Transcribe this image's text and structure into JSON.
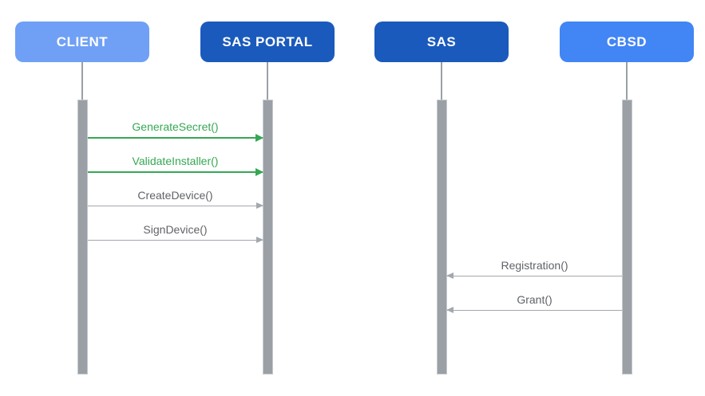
{
  "diagram_type": "sequence",
  "actors": [
    {
      "label": "CLIENT",
      "color": "#6FA0F5"
    },
    {
      "label": "SAS PORTAL",
      "color": "#1A5ABC"
    },
    {
      "label": "SAS",
      "color": "#1A5ABC"
    },
    {
      "label": "CBSD",
      "color": "#4285F4"
    }
  ],
  "messages": [
    {
      "label": "GenerateSecret()",
      "from": "CLIENT",
      "to": "SAS PORTAL",
      "direction": "right",
      "color": "#34A853"
    },
    {
      "label": "ValidateInstaller()",
      "from": "CLIENT",
      "to": "SAS PORTAL",
      "direction": "right",
      "color": "#34A853"
    },
    {
      "label": "CreateDevice()",
      "from": "CLIENT",
      "to": "SAS PORTAL",
      "direction": "right",
      "color": "#9AA0A6"
    },
    {
      "label": "SignDevice()",
      "from": "CLIENT",
      "to": "SAS PORTAL",
      "direction": "right",
      "color": "#9AA0A6"
    },
    {
      "label": "Registration()",
      "from": "CBSD",
      "to": "SAS",
      "direction": "left",
      "color": "#9AA0A6"
    },
    {
      "label": "Grant()",
      "from": "CBSD",
      "to": "SAS",
      "direction": "left",
      "color": "#9AA0A6"
    }
  ],
  "colors": {
    "background": "#ffffff",
    "light_blue_actor": "#6FA0F5",
    "dark_blue_actor": "#1A5ABC",
    "medium_blue_actor": "#4285F4",
    "green_message": "#34A853",
    "gray_message_line": "#A3A8AE",
    "gray_message_text": "#5F6368",
    "lifeline_gray": "#9AA0A6"
  }
}
